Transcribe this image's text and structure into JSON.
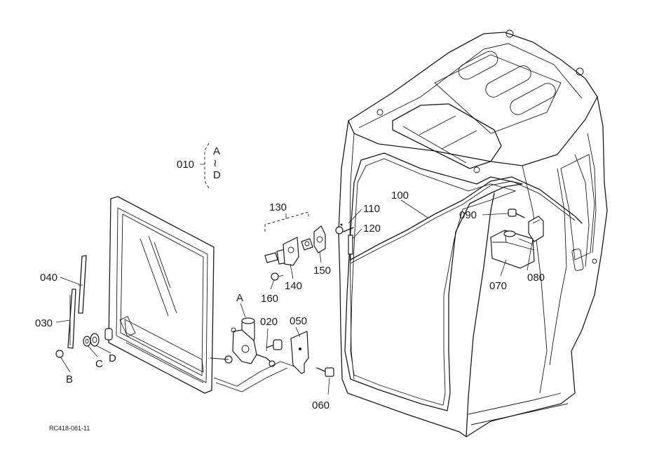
{
  "labels": {
    "p010": "010",
    "p020": "020",
    "p030": "030",
    "p040": "040",
    "p050": "050",
    "p060": "060",
    "p070": "070",
    "p080": "080",
    "p090": "090",
    "p100": "100",
    "p110": "110",
    "p120": "120",
    "p130": "130",
    "p140": "140",
    "p150": "150",
    "p160": "160",
    "A": "A",
    "B": "B",
    "C": "C",
    "D": "D",
    "range_from": "A",
    "range_sep": "≀",
    "range_to": "D"
  },
  "reference_code": "RC418-081-11"
}
